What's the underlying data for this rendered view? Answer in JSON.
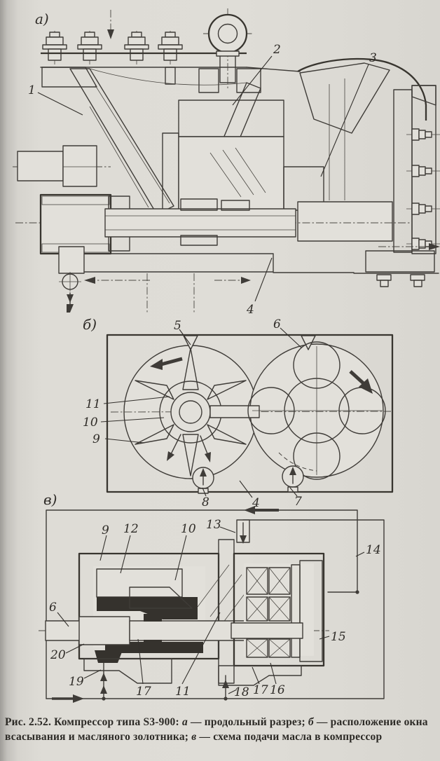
{
  "page": {
    "background": "#dedcd6",
    "ink": "#3f3c38"
  },
  "panel_a": {
    "label": "а)",
    "callouts": [
      "1",
      "2",
      "3",
      "4"
    ]
  },
  "panel_b": {
    "label": "б)",
    "callouts": [
      "5",
      "6",
      "11",
      "10",
      "9",
      "8",
      "4",
      "7"
    ]
  },
  "panel_v": {
    "label": "в)",
    "callouts": [
      "9",
      "12",
      "10",
      "13",
      "14",
      "6",
      "20",
      "19",
      "17",
      "11",
      "18",
      "17",
      "16",
      "15"
    ]
  },
  "caption": {
    "fig_label": "Рис. 2.52.",
    "title": "Компрессор типа S3-900:",
    "a_letter": "а",
    "a_desc": " — продольный разрез; ",
    "b_letter": "б",
    "b_desc": " — расположение окна всасывания и масляного золотника; ",
    "v_letter": "в",
    "v_desc": " — схема подачи масла в компрессор"
  }
}
